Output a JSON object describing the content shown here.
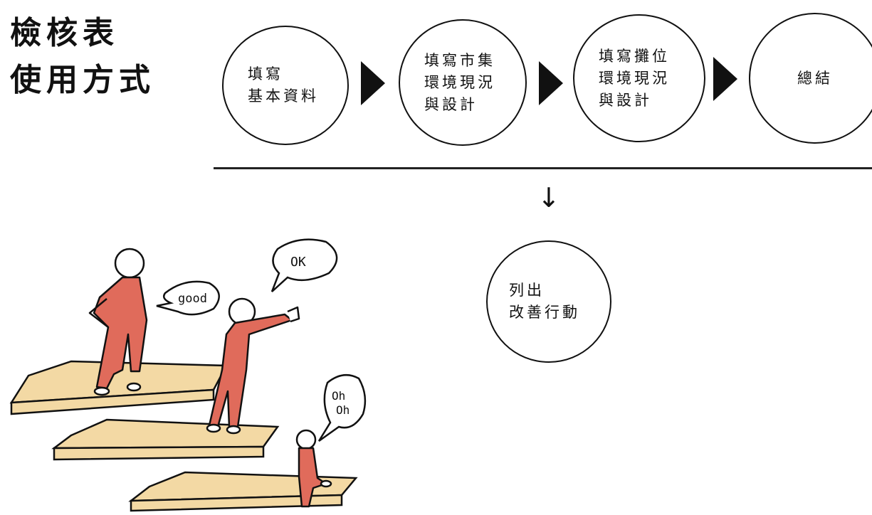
{
  "title": {
    "line1": "檢核表",
    "line2": "使用方式"
  },
  "steps": [
    {
      "lines": [
        "填寫",
        "基本資料"
      ]
    },
    {
      "lines": [
        "填寫市集",
        "環境現況",
        "與設計"
      ]
    },
    {
      "lines": [
        "填寫攤位",
        "環境現況",
        "與設計"
      ]
    },
    {
      "lines": [
        "總結"
      ]
    }
  ],
  "down_arrow": "↓",
  "result": {
    "lines": [
      "列出",
      "改善行動"
    ]
  },
  "speech": {
    "bubble1": "good",
    "bubble2": "OK",
    "bubble3a": "Oh",
    "bubble3b": "Oh"
  },
  "colors": {
    "figure": "#e06b5b",
    "platform": "#f3d9a4",
    "outline": "#111111"
  }
}
